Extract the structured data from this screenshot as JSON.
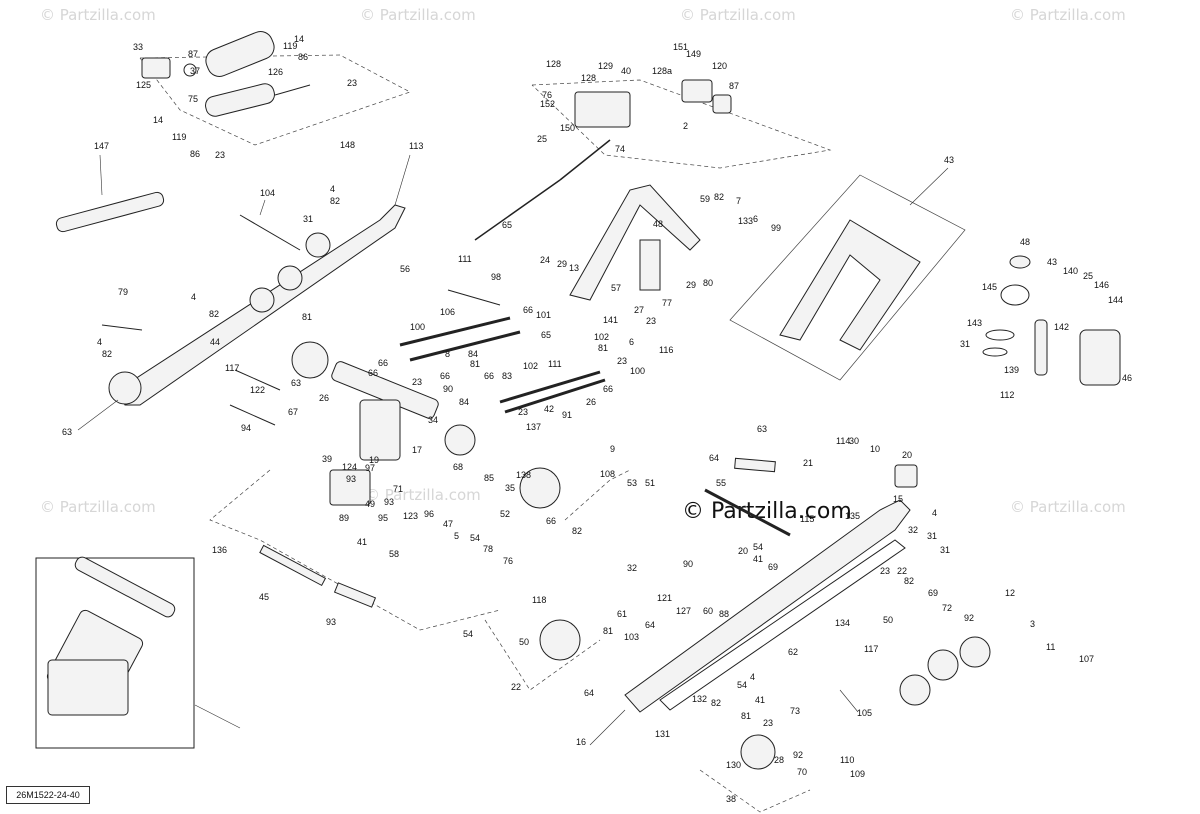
{
  "watermark_text": "© Partzilla.com",
  "drawing_code": "26M1522-24-40",
  "callouts": [
    "33",
    "87",
    "14",
    "119",
    "86",
    "37",
    "125",
    "75",
    "126",
    "23",
    "14",
    "119",
    "86",
    "23",
    "148",
    "147",
    "104",
    "4",
    "82",
    "31",
    "113",
    "56",
    "79",
    "4",
    "82",
    "4",
    "82",
    "44",
    "81",
    "117",
    "63",
    "122",
    "63",
    "94",
    "67",
    "26",
    "66",
    "66",
    "23",
    "100",
    "106",
    "111",
    "98",
    "84",
    "8",
    "81",
    "66",
    "66",
    "84",
    "90",
    "83",
    "102",
    "66",
    "101",
    "65",
    "102",
    "81",
    "111",
    "23",
    "100",
    "66",
    "26",
    "23",
    "42",
    "91",
    "137",
    "34",
    "68",
    "17",
    "19",
    "39",
    "124",
    "97",
    "93",
    "71",
    "93",
    "95",
    "123",
    "89",
    "96",
    "47",
    "5",
    "54",
    "78",
    "76",
    "85",
    "35",
    "138",
    "66",
    "82",
    "9",
    "108",
    "53",
    "51",
    "52",
    "136",
    "45",
    "93",
    "41",
    "58",
    "49",
    "118",
    "54",
    "50",
    "22",
    "81",
    "64",
    "103",
    "64",
    "32",
    "90",
    "121",
    "127",
    "61",
    "60",
    "88",
    "62",
    "134",
    "63",
    "64",
    "55",
    "21",
    "114",
    "30",
    "10",
    "20",
    "15",
    "4",
    "32",
    "31",
    "31",
    "135",
    "115",
    "23",
    "22",
    "82",
    "20",
    "54",
    "41",
    "69",
    "69",
    "72",
    "12",
    "92",
    "3",
    "11",
    "107",
    "117",
    "50",
    "105",
    "16",
    "131",
    "132",
    "82",
    "81",
    "23",
    "4",
    "54",
    "41",
    "73",
    "130",
    "28",
    "92",
    "70",
    "110",
    "109",
    "38",
    "128",
    "129",
    "40",
    "151",
    "149",
    "128",
    "128a",
    "120",
    "76",
    "152",
    "150",
    "2",
    "87",
    "25",
    "74",
    "65",
    "59",
    "82",
    "7",
    "133",
    "6",
    "99",
    "48",
    "24",
    "29",
    "13",
    "57",
    "29",
    "80",
    "27",
    "77",
    "23",
    "116",
    "141",
    "6",
    "43",
    "48",
    "43",
    "140",
    "25",
    "146",
    "145",
    "144",
    "142",
    "143",
    "31",
    "139",
    "46",
    "112"
  ]
}
